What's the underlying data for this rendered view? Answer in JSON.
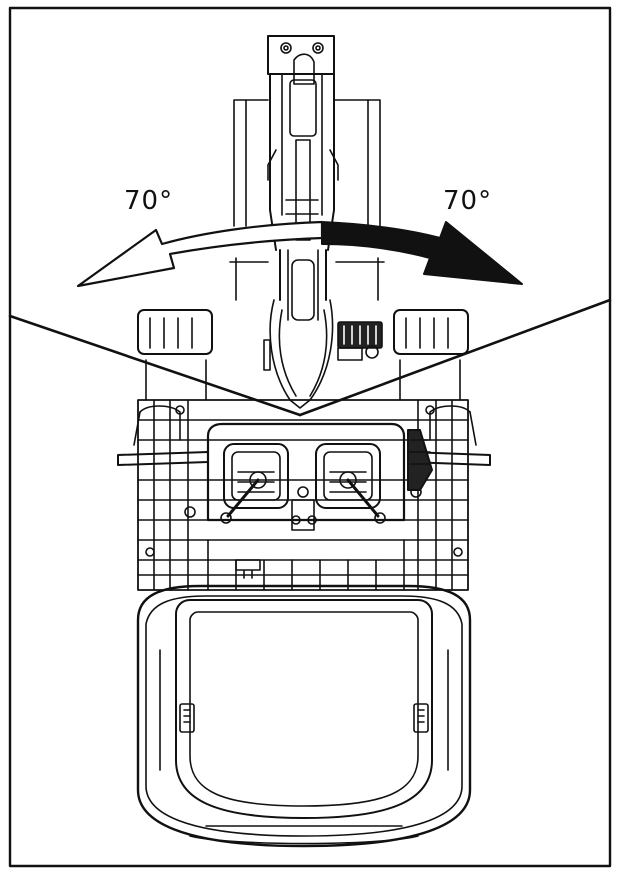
{
  "diagram": {
    "angle_left": "70°",
    "angle_right": "70°",
    "colors": {
      "ink": "#111111",
      "paper": "#ffffff"
    },
    "icons": {
      "left_arrow": "outline-curved-arrow-left",
      "right_arrow": "solid-curved-arrow-right"
    }
  }
}
